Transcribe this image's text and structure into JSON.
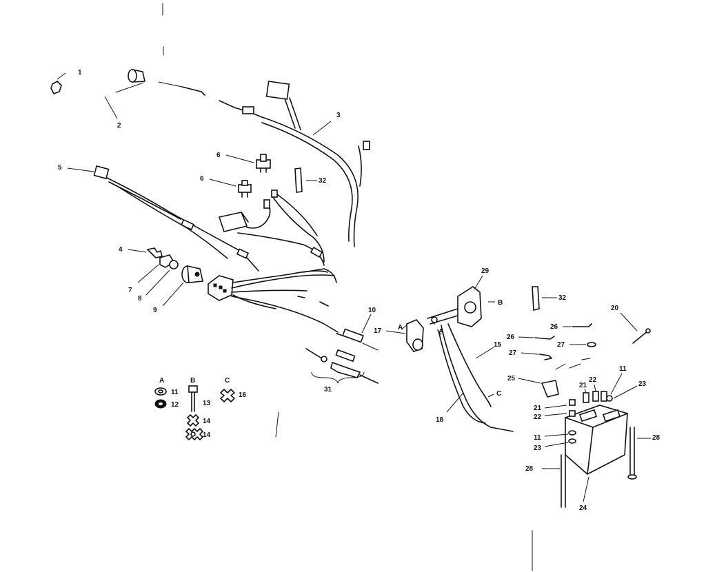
{
  "labels": {
    "n1": "1",
    "n2": "2",
    "n3": "3",
    "n4": "4",
    "n5": "5",
    "n6a": "6",
    "n6b": "6",
    "n7": "7",
    "n8": "8",
    "n9": "9",
    "n10": "10",
    "n11a": "11",
    "n11b": "11",
    "n11c": "11",
    "n12": "12",
    "n13": "13",
    "n14a": "14",
    "n14b": "14",
    "n15": "15",
    "n16": "16",
    "n17": "17",
    "n18": "18",
    "n20": "20",
    "n21a": "21",
    "n21b": "21",
    "n22a": "22",
    "n22b": "22",
    "n23a": "23",
    "n23b": "23",
    "n24": "24",
    "n25": "25",
    "n26a": "26",
    "n26b": "26",
    "n27a": "27",
    "n27b": "27",
    "n28a": "28",
    "n28b": "28",
    "n29": "29",
    "n31": "31",
    "n32a": "32",
    "n32b": "32",
    "refA1": "A",
    "refA2": "A",
    "refB": "B",
    "refC": "C"
  },
  "legend": {
    "colA": "A",
    "colB": "B",
    "colC": "C"
  }
}
